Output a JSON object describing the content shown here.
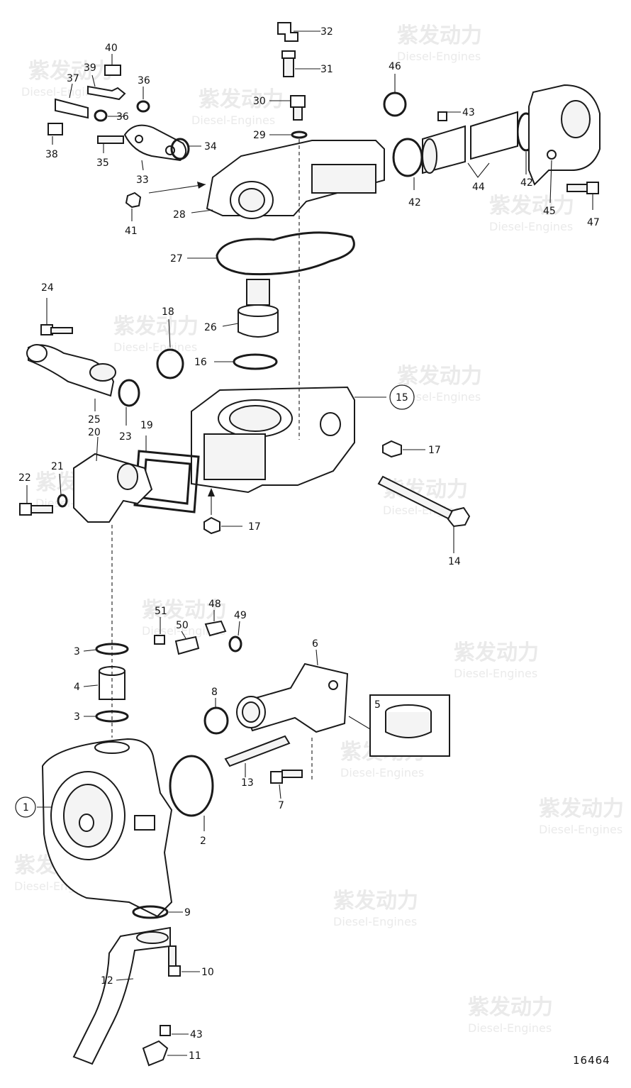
{
  "watermark": {
    "brand_cn": "紫发动力",
    "brand_en": "Diesel-Engines"
  },
  "drawing_number": "16464",
  "callouts": {
    "c1": "1",
    "c2": "2",
    "c3a": "3",
    "c3b": "3",
    "c4": "4",
    "c5": "5",
    "c6": "6",
    "c7": "7",
    "c8": "8",
    "c9": "9",
    "c10": "10",
    "c11": "11",
    "c12": "12",
    "c13": "13",
    "c14": "14",
    "c15": "15",
    "c16": "16",
    "c17a": "17",
    "c17b": "17",
    "c18": "18",
    "c19": "19",
    "c20": "20",
    "c21": "21",
    "c22": "22",
    "c23": "23",
    "c24": "24",
    "c25": "25",
    "c26": "26",
    "c27": "27",
    "c28": "28",
    "c29": "29",
    "c30": "30",
    "c31": "31",
    "c32": "32",
    "c33": "33",
    "c34": "34",
    "c35": "35",
    "c36a": "36",
    "c36b": "36",
    "c37": "37",
    "c38": "38",
    "c39": "39",
    "c40": "40",
    "c41": "41",
    "c42a": "42",
    "c42b": "42",
    "c43a": "43",
    "c43b": "43",
    "c44": "44",
    "c45": "45",
    "c46": "46",
    "c47": "47",
    "c48": "48",
    "c49": "49",
    "c50": "50",
    "c51": "51"
  },
  "colors": {
    "ink": "#1a1a1a",
    "watermark": "#d9d9d9",
    "paper": "#ffffff"
  }
}
